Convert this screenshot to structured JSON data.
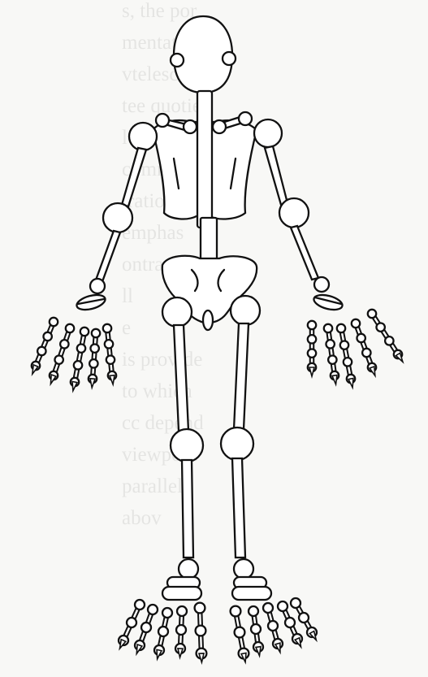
{
  "figure": {
    "subject": "skeleton-stick-figure",
    "ink_color": "#111111",
    "paper_color": "#f8f8f6"
  },
  "bleed_through_text": {
    "lines": [
      "s, the por",
      "mentatio",
      "vtelesco",
      "tee quotie",
      "lcoebo",
      "commuta",
      "tration",
      "emphas",
      "ontra",
      "ll",
      "e",
      "",
      "is provide",
      "to which",
      "cc depend",
      "viewpoin",
      "parallel",
      "abov"
    ]
  }
}
